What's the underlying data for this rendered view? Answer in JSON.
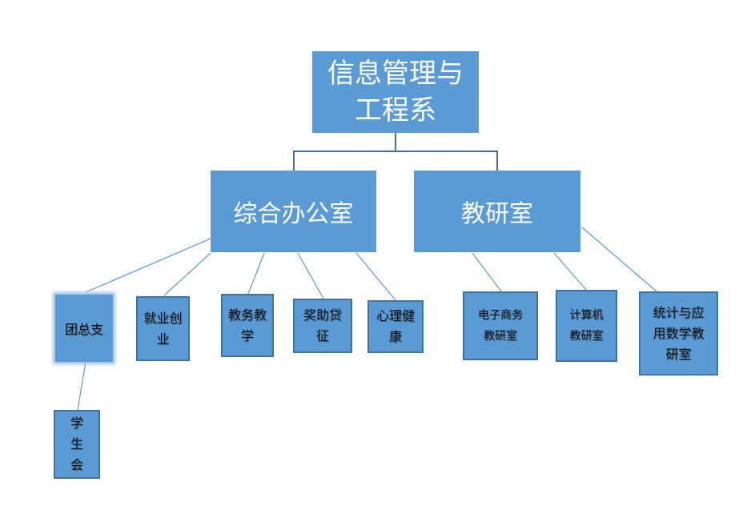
{
  "root": {
    "label": "信息管理与工程系"
  },
  "level1": [
    {
      "label": "综合办公室"
    },
    {
      "label": "教研室"
    }
  ],
  "office_children": [
    {
      "label": "团总支"
    },
    {
      "label": "就业创业"
    },
    {
      "label": "教务教学"
    },
    {
      "label": "奖助贷征"
    },
    {
      "label": "心理健康"
    }
  ],
  "league_children": [
    {
      "label": "学生会"
    }
  ],
  "research_children": [
    {
      "label": "电子商务教研室"
    },
    {
      "label": "计算机教研室"
    },
    {
      "label": "统计与应用数学教研室"
    }
  ],
  "colors": {
    "box": "#5b9bd5",
    "border": "#41719c",
    "line": "#5b9bd5"
  }
}
